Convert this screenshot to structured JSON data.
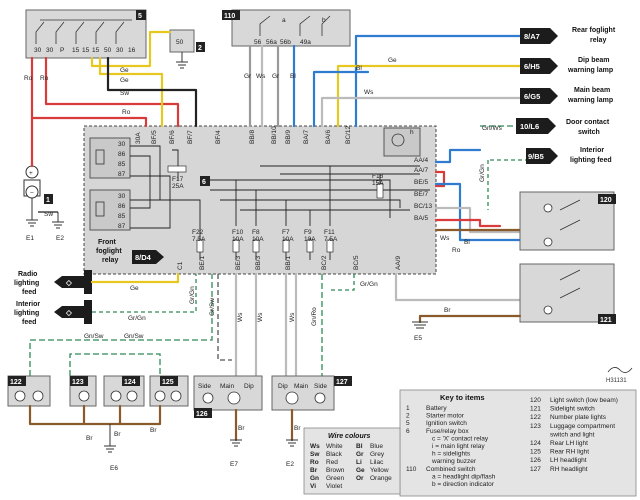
{
  "title": "Key to items",
  "key_items_left": [
    {
      "num": "1",
      "text": "Battery"
    },
    {
      "num": "2",
      "text": "Starter motor"
    },
    {
      "num": "5",
      "text": "Ignition switch"
    },
    {
      "num": "6",
      "text": "Fuse/relay box"
    },
    {
      "num": "",
      "text": "c = 'X' contact relay"
    },
    {
      "num": "",
      "text": "i = main light relay"
    },
    {
      "num": "",
      "text": "h = sidelights"
    },
    {
      "num": "",
      "text": "warning buzzer"
    },
    {
      "num": "110",
      "text": "Combined switch"
    },
    {
      "num": "",
      "text": "a = headlight dip/flash"
    },
    {
      "num": "",
      "text": "b = direction indicator"
    }
  ],
  "key_items_right": [
    {
      "num": "120",
      "text": "Light switch (low beam)"
    },
    {
      "num": "121",
      "text": "Sidelight switch"
    },
    {
      "num": "122",
      "text": "Number plate lights"
    },
    {
      "num": "123",
      "text": "Luggage compartment"
    },
    {
      "num": "",
      "text": "switch and light"
    },
    {
      "num": "124",
      "text": "Rear LH light"
    },
    {
      "num": "125",
      "text": "Rear RH light"
    },
    {
      "num": "126",
      "text": "LH headlight"
    },
    {
      "num": "127",
      "text": "RH headlight"
    }
  ],
  "wire_colours_title": "Wire colours",
  "wire_colours": [
    {
      "code": "Ws",
      "name": "White",
      "code2": "Bl",
      "name2": "Blue"
    },
    {
      "code": "Sw",
      "name": "Black",
      "code2": "Gr",
      "name2": "Grey"
    },
    {
      "code": "Ro",
      "name": "Red",
      "code2": "Li",
      "name2": "Lilac"
    },
    {
      "code": "Br",
      "name": "Brown",
      "code2": "Ge",
      "name2": "Yellow"
    },
    {
      "code": "Gn",
      "name": "Green",
      "code2": "Or",
      "name2": "Orange"
    },
    {
      "code": "Vi",
      "name": "Violet",
      "code2": "",
      "name2": ""
    }
  ],
  "right_arrows": [
    {
      "ref": "8/A7",
      "label1": "Rear foglight",
      "label2": "relay"
    },
    {
      "ref": "6/H5",
      "label1": "Dip beam",
      "label2": "warning lamp"
    },
    {
      "ref": "6/G5",
      "label1": "Main beam",
      "label2": "warning lamp"
    },
    {
      "ref": "10/L6",
      "label1": "Door contact",
      "label2": "switch"
    },
    {
      "ref": "9/B5",
      "label1": "Interior",
      "label2": "lighting feed"
    }
  ],
  "left_arrows": [
    {
      "label1": "Radio",
      "label2": "lighting",
      "label3": "feed"
    },
    {
      "label1": "Interior",
      "label2": "lighting",
      "label3": "feed"
    }
  ],
  "front_foglight": {
    "label1": "Front",
    "label2": "foglight",
    "label3": "relay",
    "ref": "8/D4"
  },
  "components": {
    "c1": "1",
    "c2": "2",
    "c5": "5",
    "c6": "6",
    "c110": "110",
    "c120": "120",
    "c121": "121",
    "c122": "122",
    "c123": "123",
    "c124": "124",
    "c125": "125",
    "c126": "126",
    "c127": "127"
  },
  "earths": {
    "e1": "E1",
    "e2": "E2",
    "e5": "E5",
    "e6": "E6",
    "e7": "E7",
    "e2b": "E2"
  },
  "fuses": [
    {
      "name": "F17",
      "rating": "25A"
    },
    {
      "name": "F18",
      "rating": "15A"
    },
    {
      "name": "F22",
      "rating": "7.5A"
    },
    {
      "name": "F10",
      "rating": "10A"
    },
    {
      "name": "F8",
      "rating": "10A"
    },
    {
      "name": "F7",
      "rating": "10A"
    },
    {
      "name": "F9",
      "rating": "10A"
    },
    {
      "name": "F11",
      "rating": "7.5A"
    }
  ],
  "connectors_top": [
    "30A",
    "BF/5",
    "BF/6",
    "BF/7",
    "BF/4",
    "BB/8",
    "BB/10",
    "BB/9",
    "BA/7",
    "BA/6",
    "BC/12"
  ],
  "connectors_right": [
    "AA/4",
    "AA/7",
    "BE/5",
    "BE/7",
    "BC/13",
    "BA/5"
  ],
  "connectors_bottom": [
    "C1",
    "BE/1",
    "BE/3",
    "BB/3",
    "BB/1",
    "BC/2",
    "BC/5",
    "AA/9"
  ],
  "ignition_terms": [
    "30",
    "30",
    "P",
    "15",
    "15",
    "15",
    "50",
    "30",
    "16"
  ],
  "switch110_terms": [
    "56",
    "56a",
    "56b",
    "49a"
  ],
  "wire_labels": {
    "ro": "Ro",
    "ge": "Ge",
    "sw": "Sw",
    "bl": "Bl",
    "ws": "Ws",
    "gr": "Gr",
    "grgn": "Gr/Gn",
    "gnws": "Gn/Ws",
    "gnsw": "Gn/Sw",
    "gnro": "Gn/Ro",
    "grsw": "Gr/Sw",
    "br": "Br",
    "grws": "Gr/Ws"
  },
  "headlight_terms": [
    "Side",
    "Main",
    "Dip",
    "Dip",
    "Main",
    "Side"
  ],
  "relay_terms": [
    "30",
    "86",
    "85",
    "87"
  ],
  "ref_code": "H31131",
  "text_misc": {
    "x": "x",
    "h": "h",
    "a": "a",
    "b": "b"
  }
}
